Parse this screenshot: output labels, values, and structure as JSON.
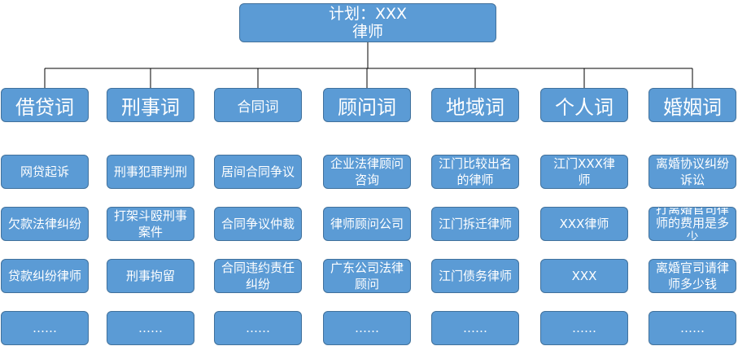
{
  "root": {
    "line1": "计划：XXX",
    "line2": "律师"
  },
  "columns": [
    {
      "title": "借贷词",
      "items": [
        "网贷起诉",
        "欠款法律纠纷",
        "贷款纠纷律师",
        "……"
      ]
    },
    {
      "title": "刑事词",
      "items": [
        "刑事犯罪判刑",
        "打架斗殴刑事案件",
        "刑事拘留",
        "……"
      ]
    },
    {
      "title": "合同词",
      "items": [
        "居间合同争议",
        "合同争议仲裁",
        "合同违约责任纠纷",
        "……"
      ]
    },
    {
      "title": "顾问词",
      "items": [
        "企业法律顾问咨询",
        "律师顾问公司",
        "广东公司法律顾问",
        "……"
      ]
    },
    {
      "title": "地域词",
      "items": [
        "江门比较出名的律师",
        "江门拆迁律师",
        "江门债务律师",
        "……"
      ]
    },
    {
      "title": "个人词",
      "items": [
        "江门XXX律师",
        "XXX律师",
        "XXX",
        "……"
      ]
    },
    {
      "title": "婚姻词",
      "items": [
        "离婚协议纠纷诉讼",
        "打离婚官司律师的费用是多少",
        "离婚官司请律师多少钱",
        "……"
      ]
    }
  ]
}
